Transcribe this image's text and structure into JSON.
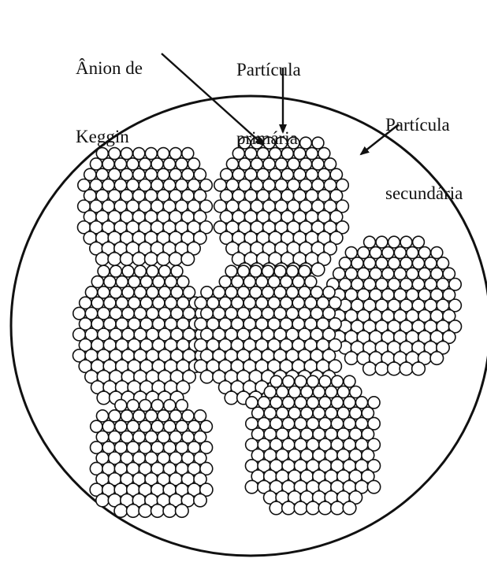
{
  "labels": {
    "keggin_anion": [
      "Ânion de",
      "Keggin"
    ],
    "primary_particle": [
      "Partícula",
      "primária"
    ],
    "secondary_particle": [
      "Partícula",
      "secundária"
    ]
  },
  "colors": {
    "ink": "#111111",
    "sphere_fill": "#ffffff",
    "background": "#ffffff"
  },
  "structure": {
    "primary_particle_count": 7,
    "container_shape": "circle"
  }
}
